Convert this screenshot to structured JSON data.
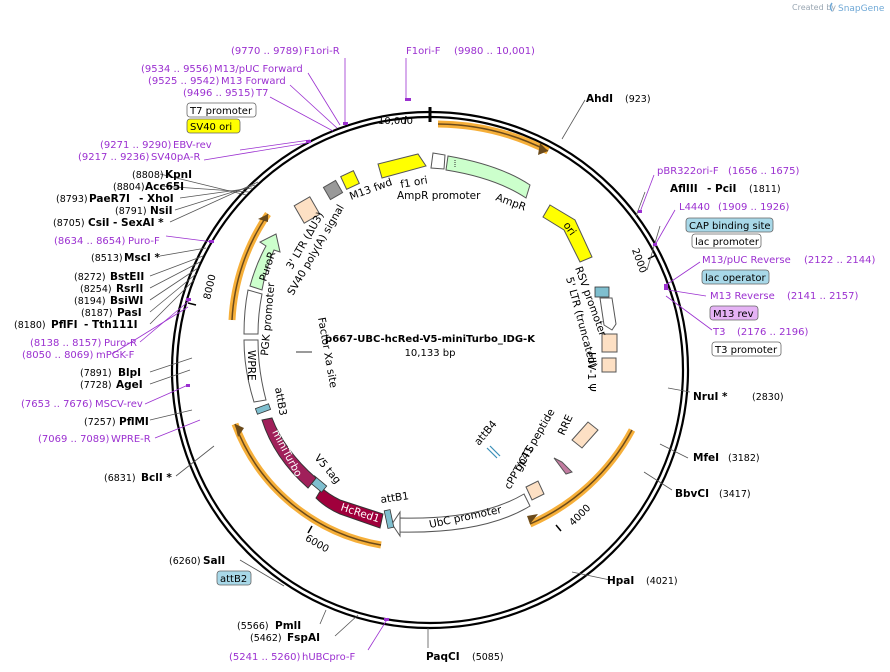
{
  "plasmid": {
    "name": "p667-UBC-hcRed-V5-miniTurbo_IDG-K",
    "length": "10,133 bp"
  },
  "brand": {
    "created_by": "Created by",
    "name": "SnapGene"
  },
  "ticks": [
    "10,000",
    "2000",
    "4000",
    "6000",
    "8000"
  ],
  "sites": {
    "AhdI": {
      "name": "AhdI",
      "pos": "(923)"
    },
    "AflIII": {
      "name": "AflIII",
      "sep": "- PciI",
      "pos": "(1811)"
    },
    "NruI": {
      "name": "NruI *",
      "pos": "(2830)"
    },
    "MfeI": {
      "name": "MfeI",
      "pos": "(3182)"
    },
    "BbvCI": {
      "name": "BbvCI",
      "pos": "(3417)"
    },
    "HpaI": {
      "name": "HpaI",
      "pos": "(4021)"
    },
    "PaqCI": {
      "name": "PaqCI",
      "pos": "(5085)"
    },
    "FspAI": {
      "name": "FspAI",
      "pos": "(5462)"
    },
    "PmlI": {
      "name": "PmlI",
      "pos": "(5566)"
    },
    "SalI": {
      "name": "SalI",
      "pos": "(6260)"
    },
    "BclI": {
      "name": "BclI *",
      "pos": "(6831)"
    },
    "PflMI": {
      "name": "PflMI",
      "pos": "(7257)"
    },
    "AgeI": {
      "name": "AgeI",
      "pos": "(7728)"
    },
    "BlpI": {
      "name": "BlpI",
      "pos": "(7891)"
    },
    "PflFI": {
      "name": "PflFI",
      "sep": "- Tth111I",
      "pos": "(8180)"
    },
    "PasI": {
      "name": "PasI",
      "pos": "(8187)"
    },
    "BsiWI": {
      "name": "BsiWI",
      "pos": "(8194)"
    },
    "RsrII": {
      "name": "RsrII",
      "pos": "(8254)"
    },
    "BstEII": {
      "name": "BstEII",
      "pos": "(8272)"
    },
    "MscI": {
      "name": "MscI *",
      "pos": "(8513)"
    },
    "CsiI": {
      "name": "CsiI",
      "sep": "- SexAI *",
      "pos": "(8705)"
    },
    "NsiI": {
      "name": "NsiI",
      "pos": "(8791)"
    },
    "PaeR7I": {
      "name": "PaeR7I",
      "sep": "- XhoI",
      "pos": "(8793)"
    },
    "Acc65I": {
      "name": "Acc65I",
      "pos": "(8804)"
    },
    "KpnI": {
      "name": "KpnI",
      "pos": "(8808)"
    }
  },
  "primers": {
    "f1ori_r": {
      "name": "F1ori-R",
      "pos": "(9770 .. 9789)"
    },
    "f1ori_f": {
      "name": "F1ori-F",
      "pos": "(9980 .. 10,001)"
    },
    "m13puc_fwd": {
      "name": "M13/pUC Forward",
      "pos": "(9534 .. 9556)"
    },
    "m13_forward": {
      "name": "M13 Forward",
      "pos": "(9525 .. 9542)"
    },
    "t7": {
      "name": "T7",
      "pos": "(9496 .. 9515)"
    },
    "ebv_rev": {
      "name": "EBV-rev",
      "pos": "(9271 .. 9290)"
    },
    "sv40pa_r": {
      "name": "SV40pA-R",
      "pos": "(9217 .. 9236)"
    },
    "puro_f": {
      "name": "Puro-F",
      "pos": "(8634 .. 8654)"
    },
    "puro_r": {
      "name": "Puro-R",
      "pos": "(8138 .. 8157)"
    },
    "mpgk_f": {
      "name": "mPGK-F",
      "pos": "(8050 .. 8069)"
    },
    "mscv_rev": {
      "name": "MSCV-rev",
      "pos": "(7653 .. 7676)"
    },
    "wpre_r": {
      "name": "WPRE-R",
      "pos": "(7069 .. 7089)"
    },
    "hubcpro_f": {
      "name": "hUBCpro-F",
      "pos": "(5241 .. 5260)"
    },
    "pbr322ori_f": {
      "name": "pBR322ori-F",
      "pos": "(1656 .. 1675)"
    },
    "l4440": {
      "name": "L4440",
      "pos": "(1909 .. 1926)"
    },
    "m13puc_rev": {
      "name": "M13/pUC Reverse",
      "pos": "(2122 .. 2144)"
    },
    "m13_reverse": {
      "name": "M13 Reverse",
      "pos": "(2141 .. 2157)"
    },
    "t3": {
      "name": "T3",
      "pos": "(2176 .. 2196)"
    }
  },
  "boxes": {
    "t7_promoter": "T7 promoter",
    "sv40_ori": "SV40 ori",
    "cap_binding_site": "CAP binding site",
    "lac_promoter": "lac promoter",
    "lac_operator": "lac operator",
    "m13_rev": "M13 rev",
    "t3_promoter": "T3 promoter",
    "attb2": "attB2"
  },
  "features": {
    "m13_fwd": "M13 fwd",
    "f1_ori": "f1 ori",
    "ampr_promoter": "AmpR promoter",
    "ampr": "AmpR",
    "ori": "ori",
    "rsv_promoter": "RSV promoter",
    "ltr5": "5' LTR (truncated)",
    "hiv_psi": "HIV-1 Ψ",
    "rre": "RRE",
    "gp41": "gp41 peptide",
    "cppt": "cPPT/CTS",
    "attb4": "attB4",
    "ubc_promoter": "UbC promoter",
    "attb1": "attB1",
    "hcred1": "HcRed1",
    "v5_tag": "V5 tag",
    "miniturbo": "miniTurbo",
    "attb3": "attB3",
    "wpre": "WPRE",
    "pgk_promoter": "PGK promoter",
    "puror": "PuroR",
    "sv40_polya": "SV40 poly(A) signal",
    "ltr3": "3' LTR (ΔU3)",
    "factor_xa": "Factor Xa site"
  },
  "colors": {
    "primer": "#9b30d0",
    "ori": "#ffff00",
    "ampr": "#ccffcc",
    "hcred1": "#a0003c",
    "miniturbo": "#a0205a",
    "orf_arc": "#f5a623",
    "box_blue": "#a8d8e8",
    "box_purple": "#e5b3f5",
    "box_yellow": "#ffff00"
  }
}
